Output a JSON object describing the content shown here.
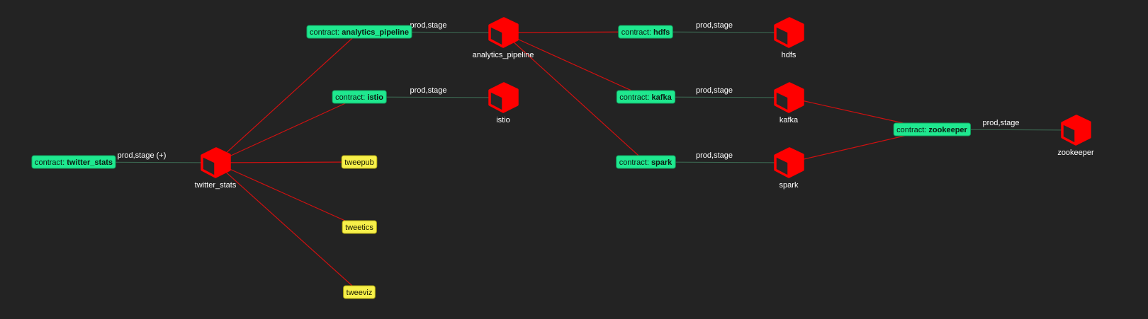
{
  "colors": {
    "background": "#232323",
    "contract": "#1fe88f",
    "component": "#f7f04a",
    "service_icon": "#ff0000",
    "dependency_line": "#d01010",
    "contract_line": "#3e6f56"
  },
  "services": [
    {
      "id": "twitter_stats",
      "label": "twitter_stats",
      "icon": "cube-icon"
    },
    {
      "id": "analytics_pipeline",
      "label": "analytics_pipeline",
      "icon": "cube-icon"
    },
    {
      "id": "istio",
      "label": "istio",
      "icon": "cube-icon"
    },
    {
      "id": "hdfs",
      "label": "hdfs",
      "icon": "cube-icon"
    },
    {
      "id": "kafka",
      "label": "kafka",
      "icon": "cube-icon"
    },
    {
      "id": "spark",
      "label": "spark",
      "icon": "cube-icon"
    },
    {
      "id": "zookeeper",
      "label": "zookeeper",
      "icon": "cube-icon"
    }
  ],
  "contracts": [
    {
      "id": "c_twitter_stats",
      "prefix": "contract:",
      "name": "twitter_stats",
      "label": "prod,stage (+)",
      "service": "twitter_stats"
    },
    {
      "id": "c_analytics_pipeline",
      "prefix": "contract:",
      "name": "analytics_pipeline",
      "label": "prod,stage",
      "service": "analytics_pipeline"
    },
    {
      "id": "c_istio",
      "prefix": "contract:",
      "name": "istio",
      "label": "prod,stage",
      "service": "istio"
    },
    {
      "id": "c_hdfs",
      "prefix": "contract:",
      "name": "hdfs",
      "label": "prod,stage",
      "service": "hdfs"
    },
    {
      "id": "c_kafka",
      "prefix": "contract:",
      "name": "kafka",
      "label": "prod,stage",
      "service": "kafka"
    },
    {
      "id": "c_spark",
      "prefix": "contract:",
      "name": "spark",
      "label": "prod,stage",
      "service": "spark"
    },
    {
      "id": "c_zookeeper",
      "prefix": "contract:",
      "name": "zookeeper",
      "label": "prod,stage",
      "service": "zookeeper"
    }
  ],
  "components": [
    {
      "id": "tweepub",
      "label": "tweepub"
    },
    {
      "id": "tweetics",
      "label": "tweetics"
    },
    {
      "id": "tweeviz",
      "label": "tweeviz"
    }
  ],
  "dependencies": [
    [
      "twitter_stats",
      "c_analytics_pipeline"
    ],
    [
      "twitter_stats",
      "c_istio"
    ],
    [
      "twitter_stats",
      "tweepub"
    ],
    [
      "twitter_stats",
      "tweetics"
    ],
    [
      "twitter_stats",
      "tweeviz"
    ],
    [
      "analytics_pipeline",
      "c_hdfs"
    ],
    [
      "analytics_pipeline",
      "c_kafka"
    ],
    [
      "analytics_pipeline",
      "c_spark"
    ],
    [
      "kafka",
      "c_zookeeper"
    ],
    [
      "spark",
      "c_zookeeper"
    ]
  ]
}
